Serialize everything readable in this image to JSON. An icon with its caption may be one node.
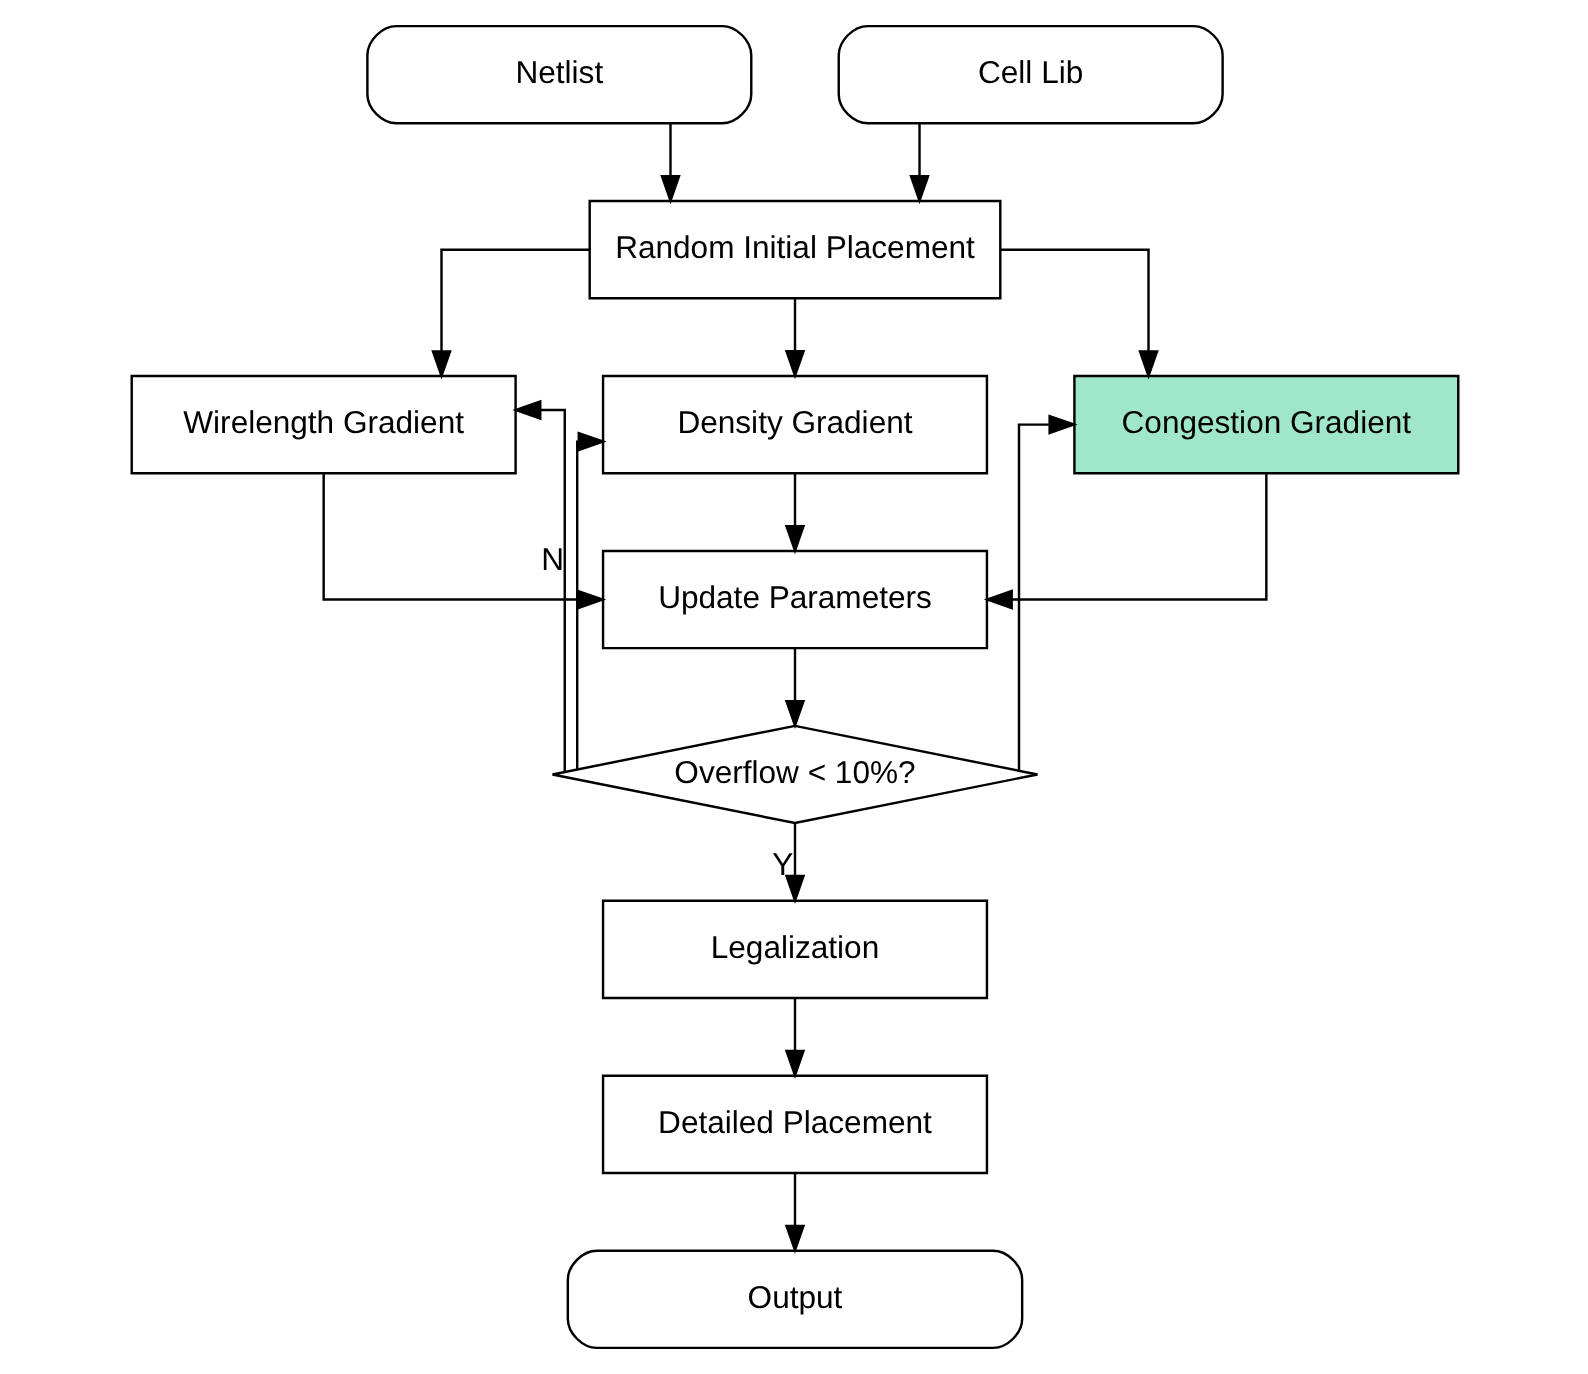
{
  "diagram": {
    "nodes": [
      {
        "text": [
          "Netlist"
        ]
      },
      {
        "text": [
          "Cell Lib"
        ]
      },
      {
        "text": [
          "Random Initial Placement"
        ]
      },
      {
        "text": [
          "Wirelength Gradient"
        ]
      },
      {
        "text": [
          "Density Gradient"
        ]
      },
      {
        "text": [
          "Congestion Gradient"
        ]
      },
      {
        "text": [
          "Update Parameters"
        ]
      },
      {
        "text": [
          "Overflow < 10%?"
        ]
      },
      {
        "text": [
          "Legalization"
        ]
      },
      {
        "text": [
          "Detailed Placement"
        ]
      },
      {
        "text": [
          "Output"
        ]
      }
    ],
    "edges": [
      {
        "from": 0,
        "to": 2,
        "arrow": "to"
      },
      {
        "from": 1,
        "to": 2,
        "arrow": "to"
      },
      {
        "from": 2,
        "to": 3,
        "arrow": "to"
      },
      {
        "from": 2,
        "to": 4,
        "arrow": "to"
      },
      {
        "from": 2,
        "to": 5,
        "arrow": "to"
      },
      {
        "from": 3,
        "to": 6,
        "arrow": "to"
      },
      {
        "from": 4,
        "to": 6,
        "arrow": "to"
      },
      {
        "from": 5,
        "to": 6,
        "arrow": "to"
      },
      {
        "from": 6,
        "to": 7,
        "arrow": "to"
      },
      {
        "from": 7,
        "to": 3,
        "arrow": "to",
        "label": "N"
      },
      {
        "from": 7,
        "to": 4,
        "arrow": "to"
      },
      {
        "from": 7,
        "to": 5,
        "arrow": "to"
      },
      {
        "from": 7,
        "to": 8,
        "arrow": "to",
        "label": "Y"
      },
      {
        "from": 8,
        "to": 9,
        "arrow": "to"
      },
      {
        "from": 9,
        "to": 10,
        "arrow": "to"
      }
    ]
  }
}
